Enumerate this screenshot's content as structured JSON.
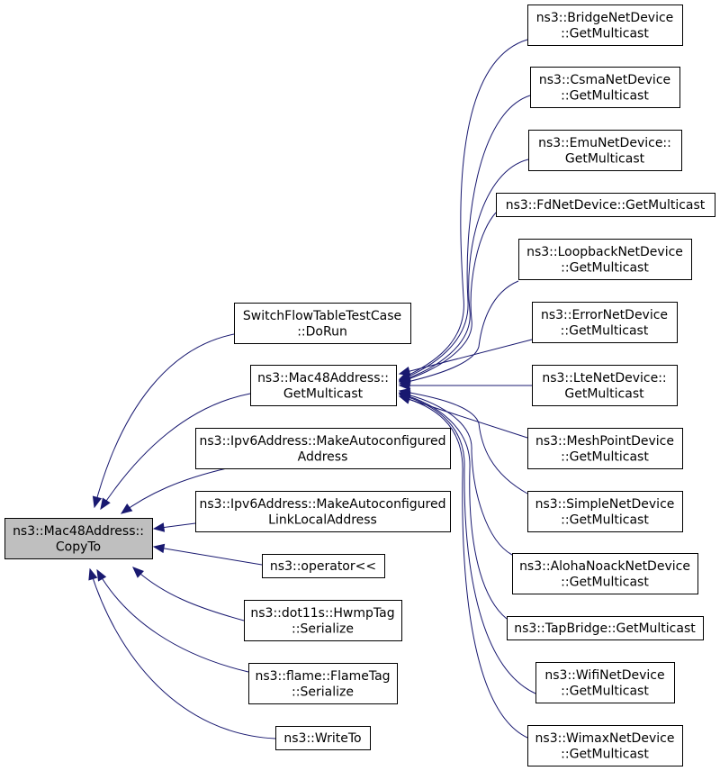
{
  "diagram": {
    "type": "doxygen-caller-graph",
    "colors": {
      "edge": "#191970",
      "root_fill": "#bfbfbf",
      "node_fill": "#ffffff",
      "border": "#000000"
    },
    "nodes": [
      {
        "id": "copyto",
        "lines": [
          "ns3::Mac48Address::",
          "CopyTo"
        ],
        "highlighted": true
      },
      {
        "id": "switchflow",
        "lines": [
          "SwitchFlowTableTestCase",
          "::DoRun"
        ]
      },
      {
        "id": "getmulticast",
        "lines": [
          "ns3::Mac48Address::",
          "GetMulticast"
        ]
      },
      {
        "id": "ipv6auto",
        "lines": [
          "ns3::Ipv6Address::MakeAutoconfigured",
          "Address"
        ]
      },
      {
        "id": "ipv6autoll",
        "lines": [
          "ns3::Ipv6Address::MakeAutoconfigured",
          "LinkLocalAddress"
        ]
      },
      {
        "id": "opstream",
        "lines": [
          "ns3::operator<<"
        ]
      },
      {
        "id": "hwmp",
        "lines": [
          "ns3::dot11s::HwmpTag",
          "::Serialize"
        ]
      },
      {
        "id": "flame",
        "lines": [
          "ns3::flame::FlameTag",
          "::Serialize"
        ]
      },
      {
        "id": "writeto",
        "lines": [
          "ns3::WriteTo"
        ]
      },
      {
        "id": "bridge",
        "lines": [
          "ns3::BridgeNetDevice",
          "::GetMulticast"
        ]
      },
      {
        "id": "csma",
        "lines": [
          "ns3::CsmaNetDevice",
          "::GetMulticast"
        ]
      },
      {
        "id": "emu",
        "lines": [
          "ns3::EmuNetDevice::",
          "GetMulticast"
        ]
      },
      {
        "id": "fd",
        "lines": [
          "ns3::FdNetDevice::GetMulticast"
        ]
      },
      {
        "id": "loopback",
        "lines": [
          "ns3::LoopbackNetDevice",
          "::GetMulticast"
        ]
      },
      {
        "id": "error",
        "lines": [
          "ns3::ErrorNetDevice",
          "::GetMulticast"
        ]
      },
      {
        "id": "lte",
        "lines": [
          "ns3::LteNetDevice::",
          "GetMulticast"
        ]
      },
      {
        "id": "meshpoint",
        "lines": [
          "ns3::MeshPointDevice",
          "::GetMulticast"
        ]
      },
      {
        "id": "simple",
        "lines": [
          "ns3::SimpleNetDevice",
          "::GetMulticast"
        ]
      },
      {
        "id": "aloha",
        "lines": [
          "ns3::AlohaNoackNetDevice",
          "::GetMulticast"
        ]
      },
      {
        "id": "tapbridge",
        "lines": [
          "ns3::TapBridge::GetMulticast"
        ]
      },
      {
        "id": "wifi",
        "lines": [
          "ns3::WifiNetDevice",
          "::GetMulticast"
        ]
      },
      {
        "id": "wimax",
        "lines": [
          "ns3::WimaxNetDevice",
          "::GetMulticast"
        ]
      }
    ],
    "edges": [
      [
        "switchflow",
        "copyto"
      ],
      [
        "getmulticast",
        "copyto"
      ],
      [
        "ipv6auto",
        "copyto"
      ],
      [
        "ipv6autoll",
        "copyto"
      ],
      [
        "opstream",
        "copyto"
      ],
      [
        "hwmp",
        "copyto"
      ],
      [
        "flame",
        "copyto"
      ],
      [
        "writeto",
        "copyto"
      ],
      [
        "bridge",
        "getmulticast"
      ],
      [
        "csma",
        "getmulticast"
      ],
      [
        "emu",
        "getmulticast"
      ],
      [
        "fd",
        "getmulticast"
      ],
      [
        "loopback",
        "getmulticast"
      ],
      [
        "error",
        "getmulticast"
      ],
      [
        "lte",
        "getmulticast"
      ],
      [
        "meshpoint",
        "getmulticast"
      ],
      [
        "simple",
        "getmulticast"
      ],
      [
        "aloha",
        "getmulticast"
      ],
      [
        "tapbridge",
        "getmulticast"
      ],
      [
        "wifi",
        "getmulticast"
      ],
      [
        "wimax",
        "getmulticast"
      ]
    ]
  }
}
